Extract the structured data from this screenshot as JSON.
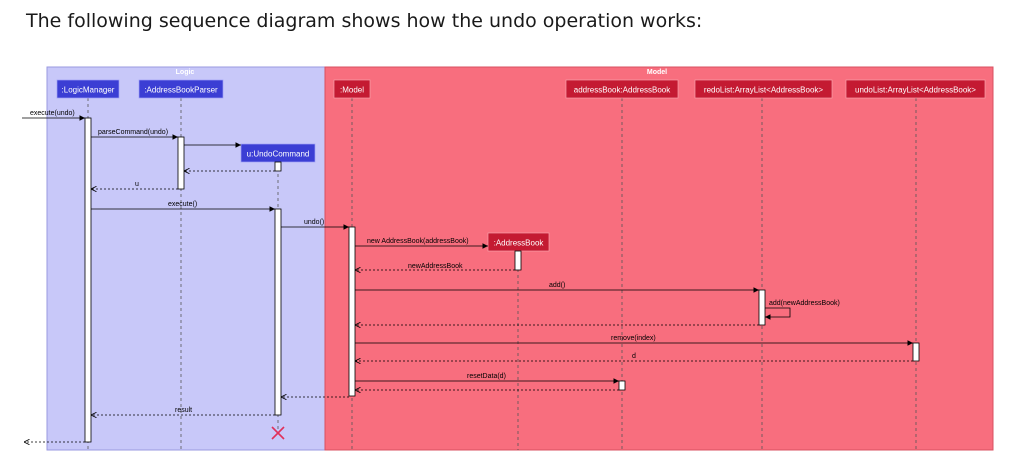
{
  "intro_text": "The following sequence diagram shows how the undo operation works:",
  "colors": {
    "logic_panel": "#c8c8f9",
    "model_panel": "#f86e7e",
    "logic_box": "#3b3ed4",
    "model_box": "#c41a32",
    "destroy_mark": "#e0305a"
  },
  "diagram": {
    "groups": {
      "logic": "Logic",
      "model": "Model"
    },
    "participants": {
      "logic_manager": ":LogicManager",
      "parser": ":AddressBookParser",
      "undo_command": "u:UndoCommand",
      "model": ":Model",
      "address_book_new": ":AddressBook",
      "address_book": "addressBook:AddressBook",
      "redo_list": "redoList:ArrayList<AddressBook>",
      "undo_list": "undoList:ArrayList<AddressBook>"
    },
    "messages": {
      "execute_undo": "execute(undo)",
      "parse_command": "parseCommand(undo)",
      "return_u": "u",
      "execute": "execute()",
      "undo": "undo()",
      "new_address_book": "new AddressBook(addressBook)",
      "return_new_address_book": "newAddressBook",
      "add": "add()",
      "add_new_address_book": "add(newAddressBook)",
      "remove_index": "remove(index)",
      "return_d": "d",
      "reset_data": "resetData(d)",
      "return_result": "result"
    }
  }
}
